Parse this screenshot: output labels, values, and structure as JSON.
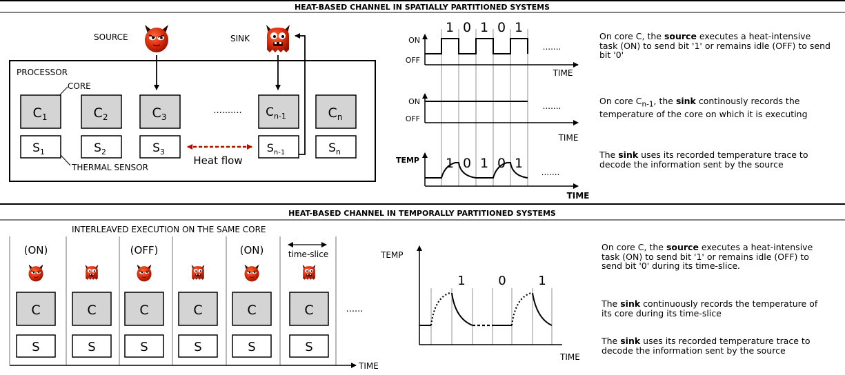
{
  "top_section": {
    "title": "HEAT-BASED CHANNEL IN SPATIALLY PARTITIONED SYSTEMS",
    "source_label": "SOURCE",
    "sink_label": "SINK",
    "processor_label": "PROCESSOR",
    "core_label": "CORE",
    "thermal_sensor_label": "THERMAL SENSOR",
    "heat_flow_label": "Heat flow",
    "ellipsis": "..........",
    "cores": [
      {
        "base": "C",
        "sub": "1"
      },
      {
        "base": "C",
        "sub": "2"
      },
      {
        "base": "C",
        "sub": "3"
      },
      {
        "base": "C",
        "sub": "n-1"
      },
      {
        "base": "C",
        "sub": "n"
      }
    ],
    "sensors": [
      {
        "base": "S",
        "sub": "1"
      },
      {
        "base": "S",
        "sub": "2"
      },
      {
        "base": "S",
        "sub": "3"
      },
      {
        "base": "S",
        "sub": "n-1"
      },
      {
        "base": "S",
        "sub": "n"
      }
    ],
    "timeline1": {
      "on": "ON",
      "off": "OFF",
      "time": "TIME",
      "bits": [
        "1",
        "0",
        "1",
        "0",
        "1"
      ],
      "dots": "......."
    },
    "timeline2": {
      "on": "ON",
      "off": "OFF",
      "time": "TIME",
      "dots": "......."
    },
    "timeline3": {
      "temp": "TEMP",
      "time": "TIME",
      "bits": [
        "1",
        "0",
        "1",
        "0",
        "1"
      ],
      "dots": "......."
    },
    "descriptions": [
      {
        "pre": "On core C, the ",
        "bold": "source",
        "post": " executes a heat-intensive task (ON) to send bit '1' or remains idle (OFF) to send bit '0'"
      },
      {
        "pre": "On core C",
        "sub": "n-1",
        "mid": ", the ",
        "bold": "sink",
        "post": " continously records the temperature of the core on which it is executing"
      },
      {
        "pre": "The ",
        "bold": "sink",
        "post": " uses its recorded temperature trace to decode the information sent by the source"
      }
    ]
  },
  "bottom_section": {
    "title": "HEAT-BASED CHANNEL IN TEMPORALLY PARTITIONED SYSTEMS",
    "subtitle": "INTERLEAVED EXECUTION ON THE SAME CORE",
    "slot_states": [
      "(ON)",
      "",
      "(OFF)",
      "",
      "(ON)",
      "time-slice"
    ],
    "slot_tasks": [
      "source",
      "sink",
      "source",
      "sink",
      "source",
      "sink"
    ],
    "core_label": "C",
    "sensor_label": "S",
    "dots": "......",
    "time_label": "TIME",
    "temp_plot": {
      "ylabel": "TEMP",
      "xlabel": "TIME",
      "bits": [
        "1",
        "0",
        "1"
      ]
    },
    "descriptions": [
      {
        "pre": "On core C, the ",
        "bold": "source",
        "post": " executes a heat-intensive task (ON) to send bit '1' or remains idle (OFF) to send bit '0' during its time-slice."
      },
      {
        "pre": "The ",
        "bold": "sink",
        "post": " continuously records the temperature of its core during its time-slice"
      },
      {
        "pre": "The ",
        "bold": "sink",
        "post": " uses its recorded temperature trace to decode the information sent by the source"
      }
    ]
  },
  "colors": {
    "core_fill": "#d4d4d4",
    "devil_red": "#cc2200",
    "heat_flow": "#aa1100",
    "slot_line": "#b8b8b8"
  }
}
